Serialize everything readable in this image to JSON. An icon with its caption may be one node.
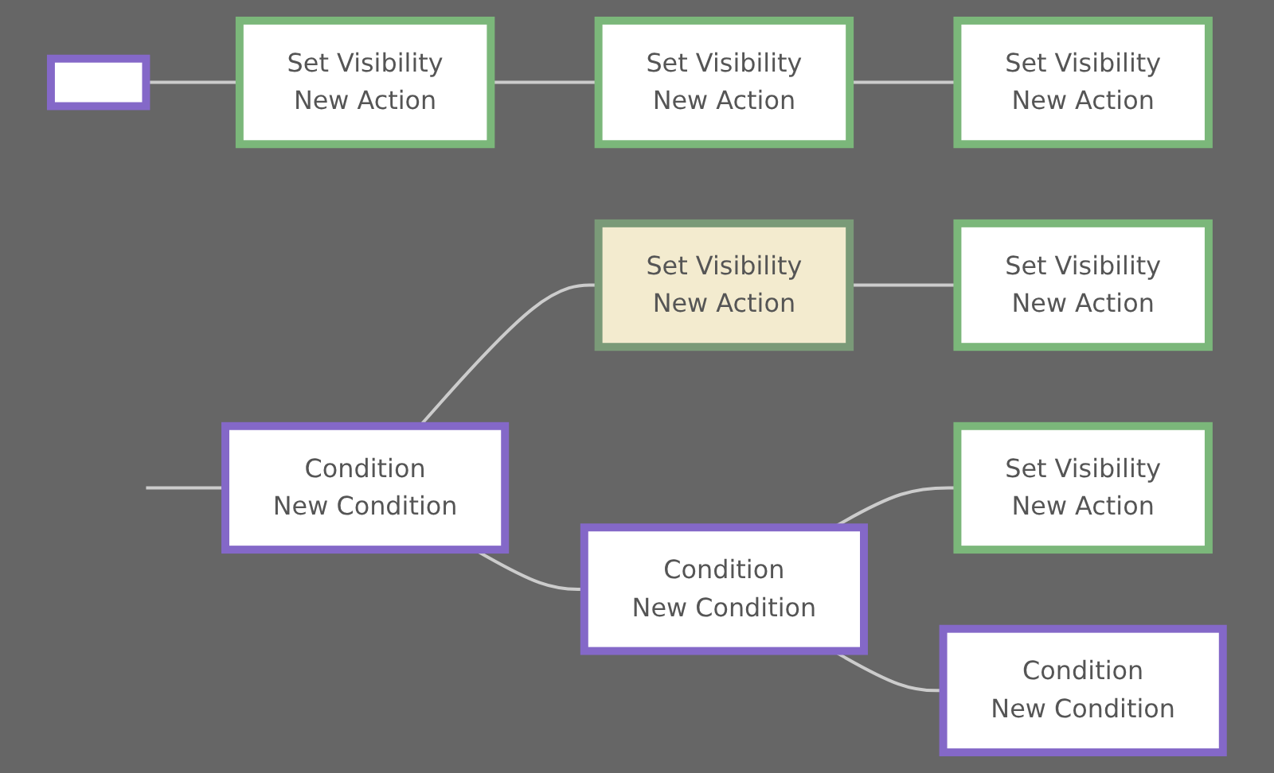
{
  "diagram": {
    "nodes": [
      {
        "text": [],
        "shape": "box"
      },
      {
        "text": [
          "Set Visibility",
          "New Action"
        ]
      },
      {
        "text": [
          "Set Visibility",
          "New Action"
        ]
      },
      {
        "text": [
          "Set Visibility",
          "New Action"
        ]
      },
      {
        "text": [
          "Condition",
          "New Condition"
        ]
      },
      {
        "text": [
          "Set Visibility",
          "New Action"
        ]
      },
      {
        "text": [
          "Set Visibility",
          "New Action"
        ]
      },
      {
        "text": [
          "Condition",
          "New Condition"
        ]
      },
      {
        "text": [
          "Set Visibility",
          "New Action"
        ]
      },
      {
        "text": [
          "Condition",
          "New Condition"
        ]
      }
    ],
    "edges": [
      {
        "from": 0,
        "to": 1,
        "arrow": "none"
      },
      {
        "from": 1,
        "to": 2,
        "arrow": "none"
      },
      {
        "from": 2,
        "to": 3,
        "arrow": "none"
      },
      {
        "from": null,
        "to": 4,
        "arrow": "none"
      },
      {
        "from": 4,
        "to": 5,
        "arrow": "none"
      },
      {
        "from": 5,
        "to": 6,
        "arrow": "none"
      },
      {
        "from": 4,
        "to": 7,
        "arrow": "none"
      },
      {
        "from": 7,
        "to": 8,
        "arrow": "none"
      },
      {
        "from": 7,
        "to": 9,
        "arrow": "none"
      }
    ]
  }
}
